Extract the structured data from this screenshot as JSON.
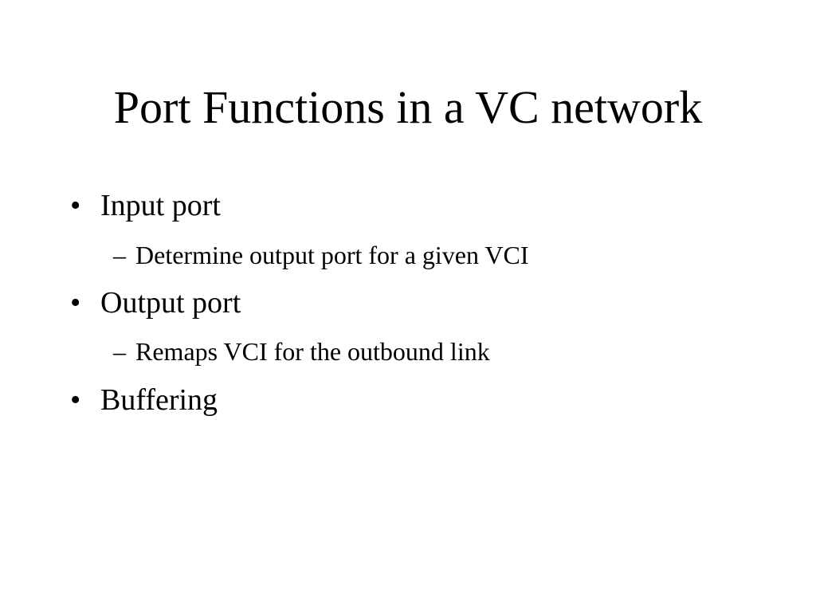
{
  "slide": {
    "title": "Port Functions in a VC network",
    "bullet_marker": "•",
    "sub_marker": "–",
    "items": [
      {
        "text": "Input port",
        "sub": [
          "Determine output port for a given VCI"
        ]
      },
      {
        "text": "Output port",
        "sub": [
          "Remaps VCI for the outbound link"
        ]
      },
      {
        "text": "Buffering",
        "sub": []
      }
    ]
  }
}
